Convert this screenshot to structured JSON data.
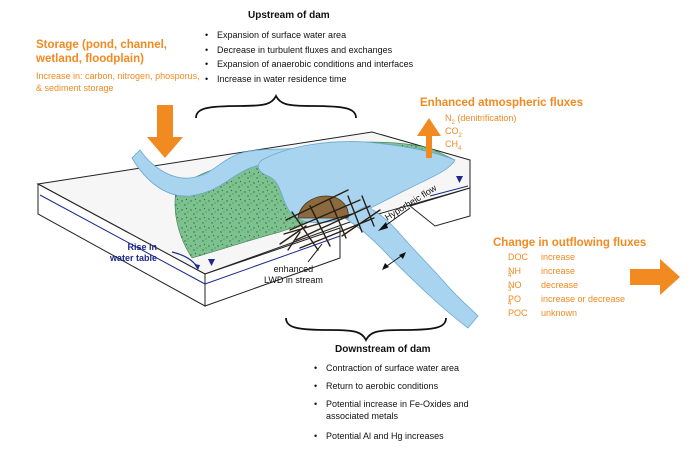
{
  "upstream": {
    "title": "Upstream of dam",
    "items": [
      "Expansion of surface water area",
      "Decrease in turbulent fluxes and exchanges",
      "Expansion of anaerobic conditions and interfaces",
      "Increase in water residence time"
    ]
  },
  "storage": {
    "title_lines": [
      "Storage (pond, channel,",
      "wetland, floodplain)"
    ],
    "desc_lines": [
      "Increase in: carbon, nitrogen, phosporus,",
      "& sediment storage"
    ]
  },
  "atmospheric": {
    "title": "Enhanced atmospheric fluxes",
    "gases": [
      {
        "base": "N",
        "sub": "2",
        "suffix": " (denitrification)"
      },
      {
        "base": "CO",
        "sub": "2",
        "suffix": ""
      },
      {
        "base": "CH",
        "sub": "4",
        "suffix": ""
      }
    ]
  },
  "outflow": {
    "title": "Change in outflowing fluxes",
    "rows": [
      {
        "base": "DOC",
        "sub": "",
        "change": "increase"
      },
      {
        "base": "NH",
        "sub": "4",
        "change": "increase"
      },
      {
        "base": "NO",
        "sub": "3",
        "change": "decrease"
      },
      {
        "base": "PO",
        "sub": "4",
        "change": "increase or decrease"
      },
      {
        "base": "POC",
        "sub": "",
        "change": "unknown"
      }
    ]
  },
  "labels": {
    "water_table": [
      "Rise in",
      "water table"
    ],
    "lwd": [
      "enhanced",
      "LWD in stream"
    ],
    "hyporheic": "Hyporheic flow"
  },
  "downstream": {
    "title": "Downstream of dam",
    "items": [
      "Contraction of surface water area",
      "Return to aerobic conditions",
      "Potential increase in Fe-Oxides and\nassociated metals",
      "Potential Al and Hg increases"
    ]
  },
  "colors": {
    "orange": "#f28a22",
    "water": "#a9d4ef",
    "green": "#7cc18e",
    "navy": "#1c2a8c"
  }
}
